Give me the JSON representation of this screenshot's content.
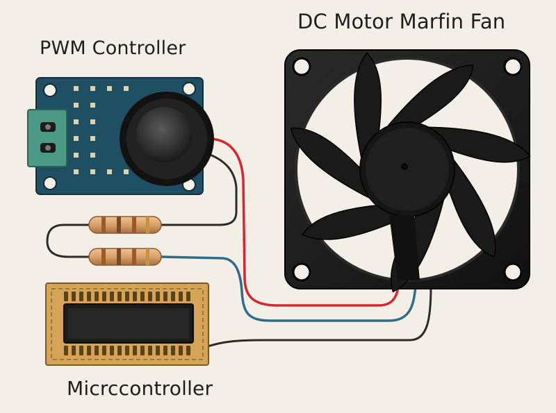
{
  "labels": {
    "fan": "DC Motor Marfin Fan",
    "pwm": "PWM Controller",
    "mcu": "Micrccontroller"
  },
  "colors": {
    "background": "#f4efe6",
    "pcb": "#1f4f63",
    "terminal": "#4a9a86",
    "fan_body": "#1a1a1a",
    "wire_red": "#d8262e",
    "wire_blue": "#2d6c8c",
    "wire_black": "#2b2b2b",
    "resistor": "#d9a06a",
    "mcu_board": "#d6a456"
  }
}
